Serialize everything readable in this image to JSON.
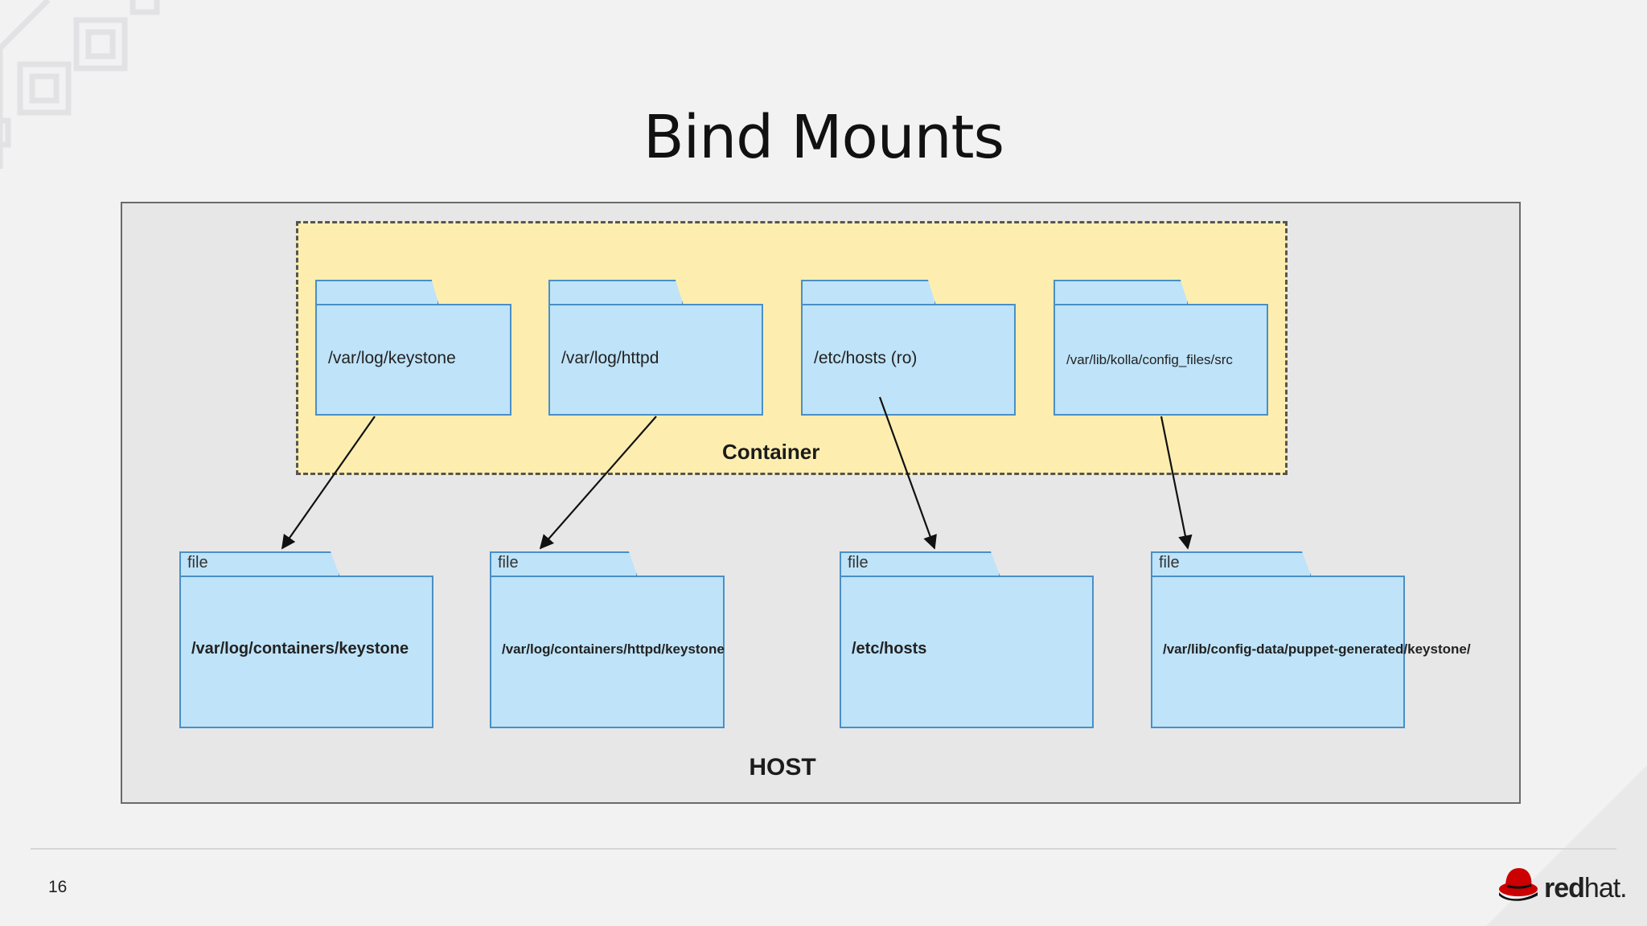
{
  "slide": {
    "title": "Bind Mounts",
    "page_number": "16"
  },
  "diagram": {
    "host_label": "HOST",
    "container_label": "Container",
    "container_folders": [
      {
        "path": "/var/log/keystone"
      },
      {
        "path": "/var/log/httpd"
      },
      {
        "path": "/etc/hosts (ro)"
      },
      {
        "path": "/var/lib/kolla/config_files/src"
      }
    ],
    "host_folders": [
      {
        "tag": "file",
        "path": "/var/log/containers/keystone"
      },
      {
        "tag": "file",
        "path": "/var/log/containers/httpd/keystone"
      },
      {
        "tag": "file",
        "path": "/etc/hosts"
      },
      {
        "tag": "file",
        "path": "/var/lib/config-data/puppet-generated/keystone/"
      }
    ],
    "mounts": [
      {
        "from": "/var/log/keystone",
        "to": "/var/log/containers/keystone"
      },
      {
        "from": "/var/log/httpd",
        "to": "/var/log/containers/httpd/keystone"
      },
      {
        "from": "/etc/hosts (ro)",
        "to": "/etc/hosts"
      },
      {
        "from": "/var/lib/kolla/config_files/src",
        "to": "/var/lib/config-data/puppet-generated/keystone/"
      }
    ],
    "colors": {
      "container_fill": "#fdeeb0",
      "folder_fill": "#bfe3f8",
      "folder_border": "#4a8fc6",
      "host_fill": "#e7e7e8"
    }
  },
  "brand": {
    "logo_bold": "red",
    "logo_light": "hat."
  }
}
